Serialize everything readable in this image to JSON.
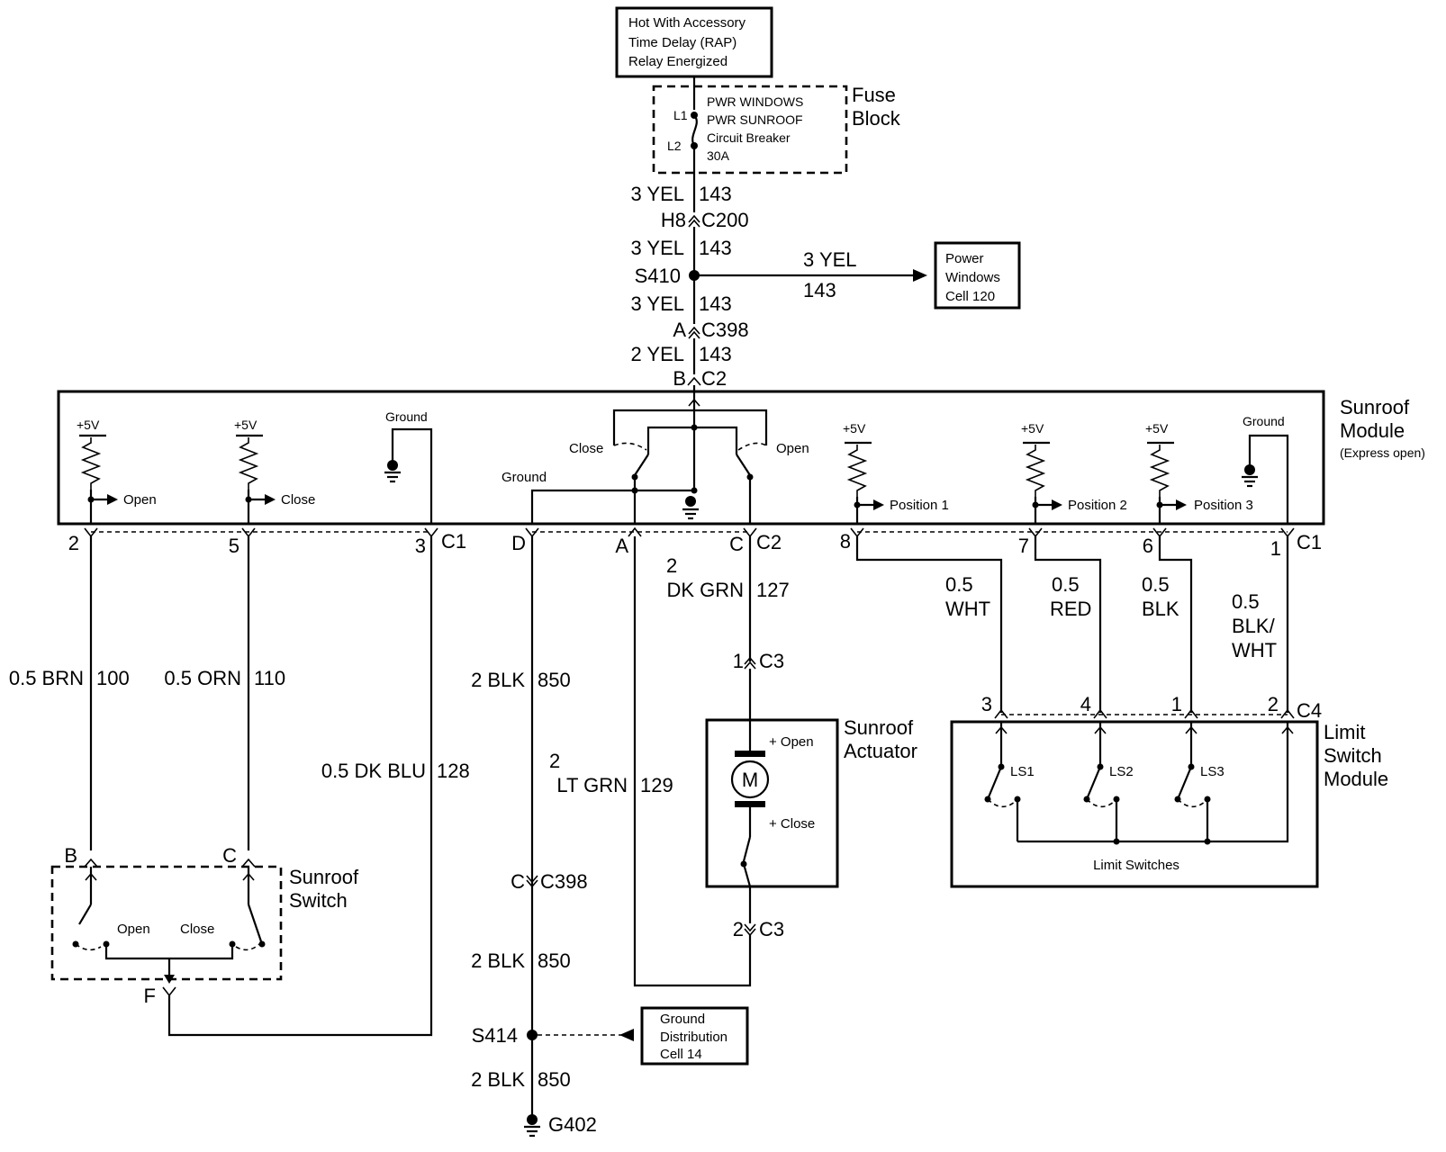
{
  "power_source": {
    "line1": "Hot With Accessory",
    "line2": "Time Delay (RAP)",
    "line3": "Relay Energized"
  },
  "fuse_block": {
    "title_line1": "Fuse",
    "title_line2": "Block",
    "terminal_l1": "L1",
    "terminal_l2": "L2",
    "breaker_line1": "PWR WINDOWS",
    "breaker_line2": "PWR SUNROOF",
    "breaker_line3": "Circuit Breaker",
    "breaker_line4": "30A"
  },
  "feed": {
    "wire1": {
      "gauge_color": "3 YEL",
      "circuit": "143"
    },
    "conn_c200": {
      "pin": "H8",
      "name": "C200"
    },
    "wire2": {
      "gauge_color": "3 YEL",
      "circuit": "143"
    },
    "splice": "S410",
    "branch_wire": {
      "gauge_color": "3 YEL",
      "circuit": "143"
    },
    "wire3": {
      "gauge_color": "3 YEL",
      "circuit": "143"
    },
    "conn_c398": {
      "pin": "A",
      "name": "C398"
    },
    "wire4": {
      "gauge_color": "2 YEL",
      "circuit": "143"
    },
    "conn_c2": {
      "pin": "B",
      "name": "C2"
    }
  },
  "power_windows_ref": {
    "line1": "Power",
    "line2": "Windows",
    "line3": "Cell 120"
  },
  "sunroof_module": {
    "title_line1": "Sunroof",
    "title_line2": "Module",
    "title_line3": "(Express open)",
    "v5": "+5V",
    "ground": "Ground",
    "open_input": "Open",
    "close_input": "Close",
    "relay_close": "Close",
    "relay_open": "Open",
    "relay_ground": "Ground",
    "pos1": "Position 1",
    "pos2": "Position 2",
    "pos3": "Position 3"
  },
  "module_pins": {
    "c1_left": {
      "p2": "2",
      "p5": "5",
      "p3": "3",
      "name": "C1"
    },
    "c2": {
      "pD": "D",
      "pA": "A",
      "pC": "C",
      "name": "C2"
    },
    "c1_right": {
      "p8": "8",
      "p7": "7",
      "p6": "6",
      "p1": "1",
      "name": "C1"
    }
  },
  "wires": {
    "brn": {
      "gauge_color": "0.5 BRN",
      "circuit": "100"
    },
    "orn": {
      "gauge_color": "0.5 ORN",
      "circuit": "110"
    },
    "dkblu": {
      "gauge_color": "0.5 DK BLU",
      "circuit": "128"
    },
    "blk850_top": {
      "gauge_color": "2 BLK",
      "circuit": "850"
    },
    "ltgrn": {
      "gauge": "2",
      "color": "LT GRN",
      "circuit": "129"
    },
    "dkgrn": {
      "gauge": "2",
      "color": "DK GRN",
      "circuit": "127"
    },
    "wht": {
      "gauge": "0.5",
      "color": "WHT"
    },
    "red": {
      "gauge": "0.5",
      "color": "RED"
    },
    "blk": {
      "gauge": "0.5",
      "color": "BLK"
    },
    "blkwht": {
      "gauge": "0.5",
      "color1": "BLK/",
      "color2": "WHT"
    },
    "blk850_mid": {
      "gauge_color": "2 BLK",
      "circuit": "850"
    },
    "blk850_bot": {
      "gauge_color": "2 BLK",
      "circuit": "850"
    }
  },
  "c3": {
    "pin1": "1",
    "pin2": "2",
    "name": "C3"
  },
  "actuator": {
    "title_line1": "Sunroof",
    "title_line2": "Actuator",
    "motor": "M",
    "plus_open": "+ Open",
    "plus_close": "+ Close"
  },
  "sunroof_switch": {
    "title_line1": "Sunroof",
    "title_line2": "Switch",
    "pin_b": "B",
    "pin_c": "C",
    "pin_f": "F",
    "open": "Open",
    "close": "Close"
  },
  "c398_lower": {
    "pin": "C",
    "name": "C398"
  },
  "splice_s414": "S414",
  "ground_dist": {
    "line1": "Ground",
    "line2": "Distribution",
    "line3": "Cell 14"
  },
  "ground_g402": "G402",
  "limit_module": {
    "title_line1": "Limit",
    "title_line2": "Switch",
    "title_line3": "Module",
    "p3": "3",
    "p4": "4",
    "p1": "1",
    "p2": "2",
    "conn": "C4",
    "ls1": "LS1",
    "ls2": "LS2",
    "ls3": "LS3",
    "caption": "Limit Switches"
  }
}
